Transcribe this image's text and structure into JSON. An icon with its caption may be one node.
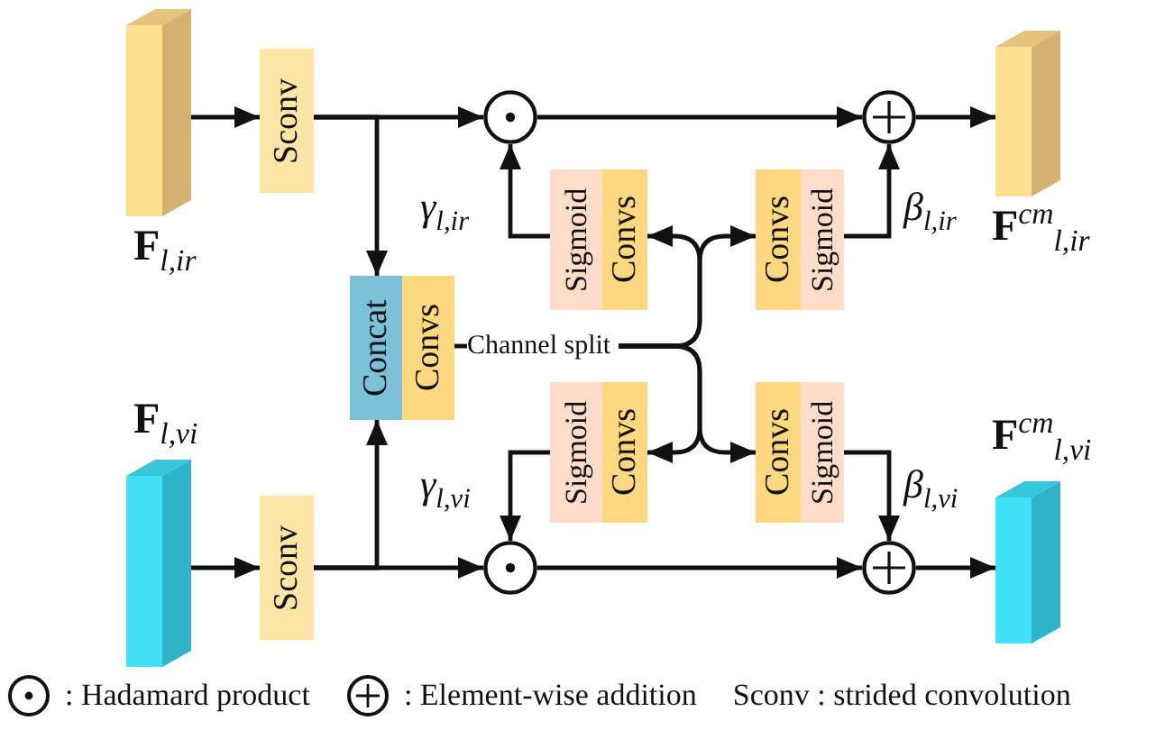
{
  "diagram": {
    "nodes": [
      {
        "text": [
          "**F**$_{l,ir}$"
        ]
      },
      {
        "text": [
          "Sconv"
        ]
      },
      {
        "text": [],
        "shape": "circle"
      },
      {
        "text": [],
        "shape": "circle"
      },
      {
        "text": [
          "**F**$^{cm}$$_{l,ir}$"
        ]
      },
      {
        "text": [
          "Concat"
        ]
      },
      {
        "text": [
          "Convs"
        ]
      },
      {
        "text": [
          "Channel split"
        ]
      },
      {
        "text": [
          "Sigmoid"
        ]
      },
      {
        "text": [
          "Convs"
        ]
      },
      {
        "text": [
          "Convs"
        ]
      },
      {
        "text": [
          "Sigmoid"
        ]
      },
      {
        "text": [
          "Sigmoid"
        ]
      },
      {
        "text": [
          "Convs"
        ]
      },
      {
        "text": [
          "Convs"
        ]
      },
      {
        "text": [
          "Sigmoid"
        ]
      },
      {
        "text": [
          "**F**$_{l,vi}$"
        ]
      },
      {
        "text": [
          "Sconv"
        ]
      },
      {
        "text": [],
        "shape": "circle"
      },
      {
        "text": [],
        "shape": "circle"
      },
      {
        "text": [
          "**F**$^{cm}$$_{l,vi}$"
        ]
      }
    ],
    "edges": [
      {
        "from": 0,
        "to": 1,
        "arrow": "to"
      },
      {
        "from": 1,
        "to": 2,
        "arrow": "to"
      },
      {
        "from": 1,
        "to": 5,
        "arrow": "to"
      },
      {
        "from": 2,
        "to": 3,
        "arrow": "to"
      },
      {
        "from": 3,
        "to": 4,
        "arrow": "to"
      },
      {
        "from": 8,
        "to": 2,
        "arrow": "to",
        "label": "γ$_{l,ir}$"
      },
      {
        "from": 11,
        "to": 3,
        "arrow": "to",
        "label": "β$_{l,ir}$"
      },
      {
        "from": 16,
        "to": 17,
        "arrow": "to"
      },
      {
        "from": 17,
        "to": 18,
        "arrow": "to"
      },
      {
        "from": 17,
        "to": 5,
        "arrow": "to"
      },
      {
        "from": 18,
        "to": 19,
        "arrow": "to"
      },
      {
        "from": 19,
        "to": 20,
        "arrow": "to"
      },
      {
        "from": 12,
        "to": 18,
        "arrow": "to",
        "label": "γ$_{l,vi}$"
      },
      {
        "from": 15,
        "to": 19,
        "arrow": "to",
        "label": "β$_{l,vi}$"
      },
      {
        "from": 6,
        "to": 7,
        "arrow": "none"
      },
      {
        "from": 7,
        "to": 9,
        "arrow": "to"
      },
      {
        "from": 7,
        "to": 10,
        "arrow": "to"
      },
      {
        "from": 7,
        "to": 13,
        "arrow": "to"
      },
      {
        "from": 7,
        "to": 14,
        "arrow": "to"
      }
    ],
    "labels": [
      "Sconv : strided convolution"
    ],
    "legend": [
      {
        "text": ": Hadamard product"
      },
      {
        "text": ": Element-wise addition"
      }
    ]
  }
}
